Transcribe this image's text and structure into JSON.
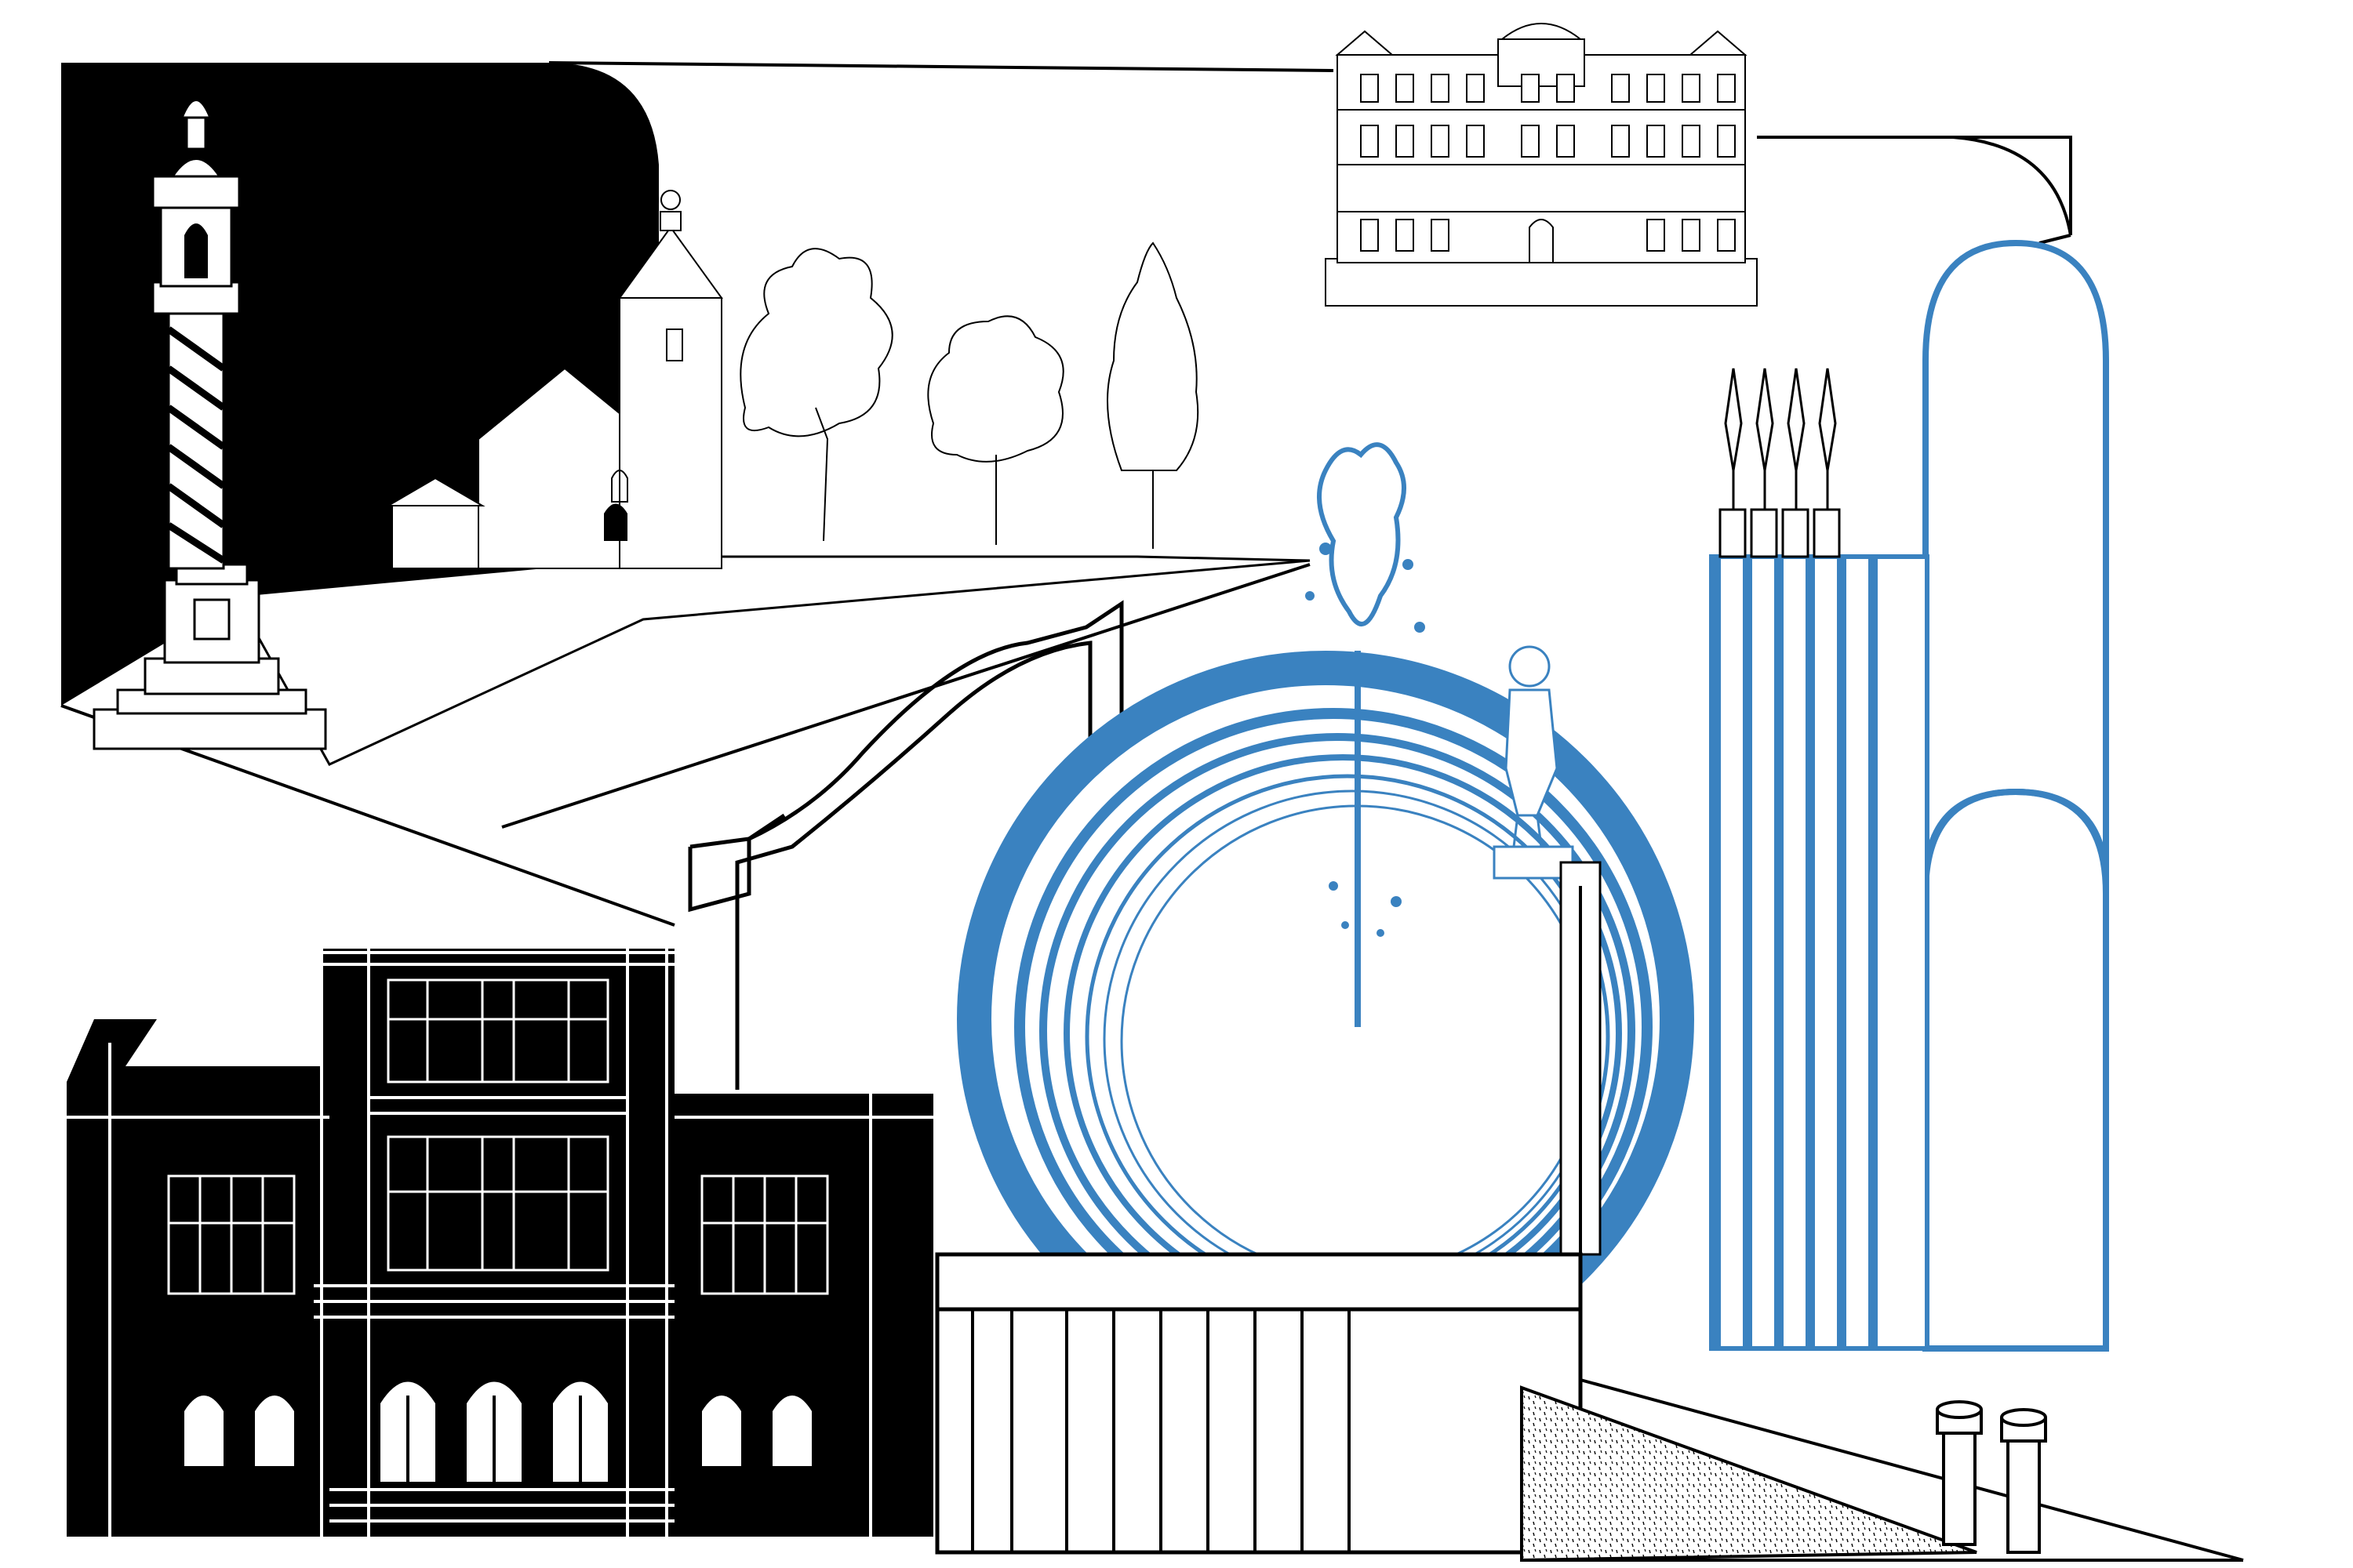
{
  "artwork": {
    "palette": {
      "ink": "#000000",
      "paper": "#ffffff",
      "blue": "#3a82c0"
    },
    "scenes": [
      {
        "name": "plague-column",
        "icon": "twisted-column-icon"
      },
      {
        "name": "gothic-church",
        "icon": "church-icon"
      },
      {
        "name": "tree-row",
        "icon": "tree-icon"
      },
      {
        "name": "ornate-town-hall",
        "icon": "palace-icon"
      },
      {
        "name": "blue-arch-monument",
        "icon": "arch-icon"
      },
      {
        "name": "fountain-with-boy-statue",
        "icon": "fountain-icon"
      },
      {
        "name": "black-theatre-facade",
        "icon": "building-icon"
      },
      {
        "name": "bollards",
        "icon": "bollard-icon"
      }
    ]
  }
}
